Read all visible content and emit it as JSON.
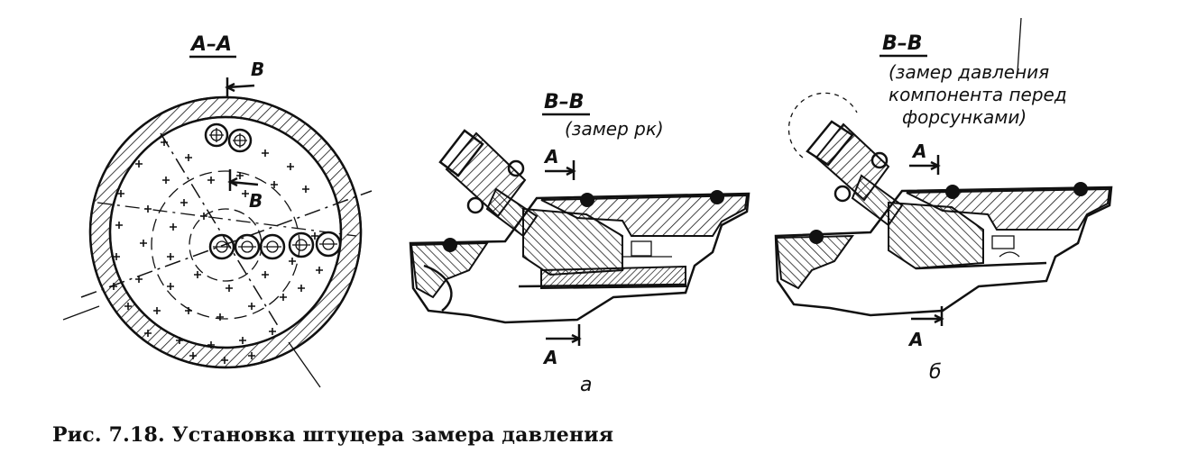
{
  "left_view": {
    "title": "A–A",
    "cut_mark_top": "B",
    "cut_mark_mid": "B"
  },
  "view_a": {
    "title": "B–B",
    "note": "(замер pк)",
    "cut_top": "A",
    "cut_bottom": "A",
    "panel_label": "а"
  },
  "view_b": {
    "title": "B–B",
    "note_lines": [
      "(замер давления",
      "компонента перед",
      "форсунками)"
    ],
    "cut_top": "A",
    "cut_bottom": "A",
    "panel_label": "б"
  },
  "caption": "Рис. 7.18. Установка штуцера замера давления",
  "colors": {
    "ink": "#111111",
    "paper": "#ffffff"
  }
}
